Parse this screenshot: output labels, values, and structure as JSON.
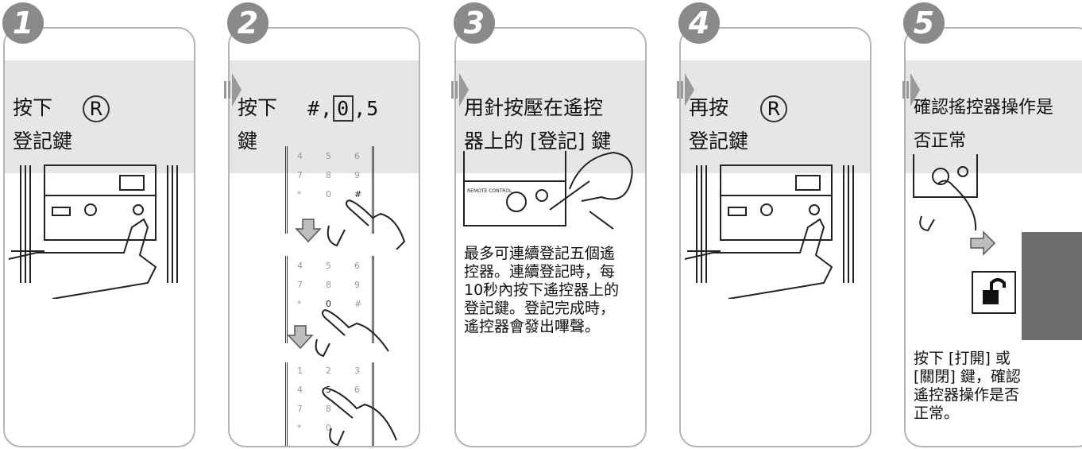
{
  "steps": [
    {
      "number": "1",
      "line1": "按下",
      "line2": "登記鍵",
      "button": "R"
    },
    {
      "number": "2",
      "line1": "按下",
      "line2": "鍵",
      "keys": [
        "#",
        ",",
        "0",
        ",",
        "5"
      ],
      "keypad": {
        "row1": [
          "4",
          "5",
          "6"
        ],
        "row2": [
          "7",
          "8",
          "9"
        ],
        "row3": [
          "*",
          "0",
          "#"
        ],
        "row0": [
          "1",
          "2",
          "3"
        ]
      }
    },
    {
      "number": "3",
      "line1": "用針按壓在遙控",
      "line2": "器上的 [登記] 鍵",
      "body": [
        "最多可連續登記五個遙",
        "控器。連續登記時，每",
        "10秒內按下遙控器上的",
        "登記鍵。登記完成時，",
        "遙控器會發出嗶聲。"
      ],
      "device_label": "REMOTE CONTROL"
    },
    {
      "number": "4",
      "line1": "再按",
      "line2": "登記鍵",
      "button": "R"
    },
    {
      "number": "5",
      "line1": "確認搖控器操作是",
      "line2": "否正常",
      "body": [
        "按下 [打開] 或",
        "[關閉] 鍵，確認",
        "遙控器操作是否",
        "正常。"
      ]
    }
  ],
  "colors": {
    "badge": "#8a8a8a",
    "header": "#e6e6e6",
    "border": "#b4b4b4",
    "arrow": "#9a9a9a"
  }
}
